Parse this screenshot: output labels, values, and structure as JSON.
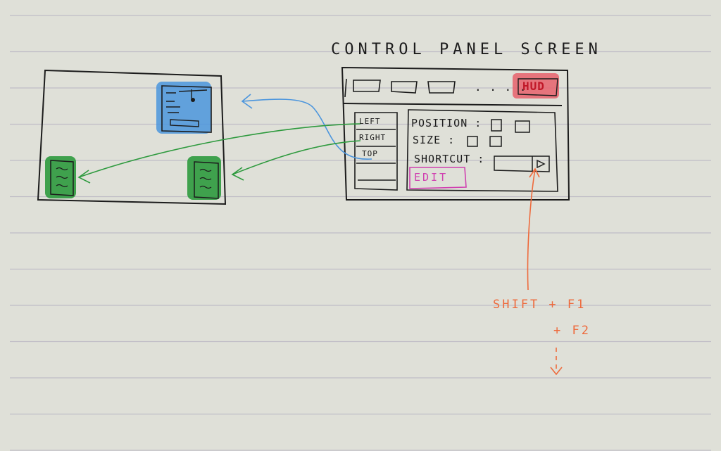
{
  "title": "CONTROL PANEL SCREEN",
  "toolbar": {
    "ellipsis": ". . . .",
    "hud_label": "HUD"
  },
  "side_items": [
    "LEFT",
    "RIGHT",
    "TOP"
  ],
  "fields": {
    "position": "POSITION :",
    "size": "SIZE :",
    "shortcut": "SHORTCUT :"
  },
  "edit_button": "EDIT",
  "shortcut_note": {
    "line1": "SHIFT + F1",
    "line2": "+ F2"
  },
  "colors": {
    "paper": "#dfe0d8",
    "rule_line": "#bfbcc6",
    "ink": "#1c1c1c",
    "blue_widget": "#4b95dd",
    "green_widget": "#2e9a3e",
    "hud_highlight": "#e8606c",
    "edit_pink": "#d040b0",
    "orange_note": "#ee6a3c"
  }
}
